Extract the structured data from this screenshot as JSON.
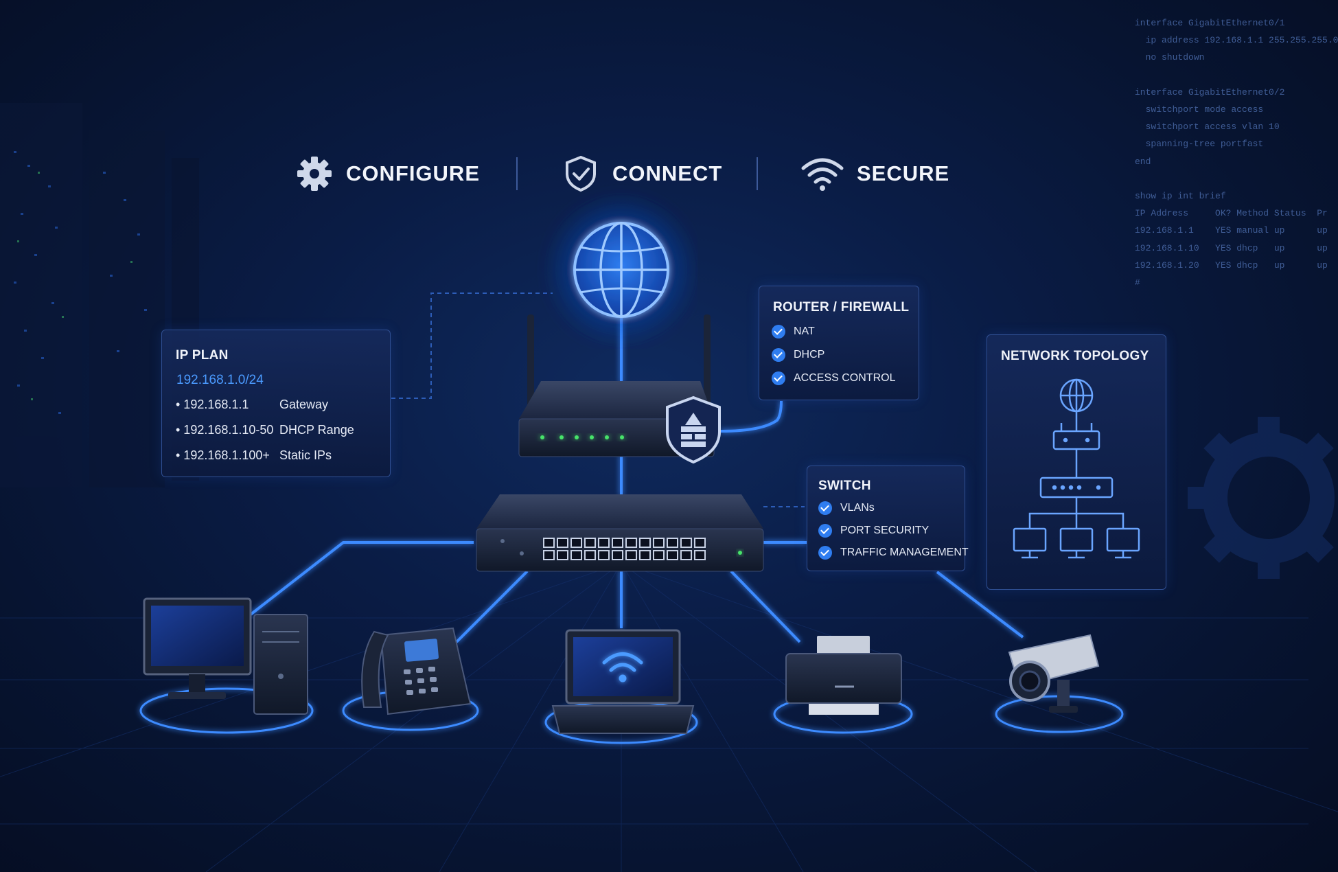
{
  "header": {
    "items": [
      {
        "label": "CONFIGURE",
        "icon": "gear-icon"
      },
      {
        "label": "CONNECT",
        "icon": "shield-check-icon"
      },
      {
        "label": "SECURE",
        "icon": "wifi-icon"
      }
    ]
  },
  "ip_plan": {
    "title": "IP PLAN",
    "subnet": "192.168.1.0/24",
    "rows": [
      {
        "ip": "• 192.168.1.1",
        "desc": "Gateway"
      },
      {
        "ip": "• 192.168.1.10-50",
        "desc": "DHCP Range"
      },
      {
        "ip": "• 192.168.1.100+",
        "desc": "Static IPs"
      }
    ]
  },
  "router_card": {
    "title": "ROUTER / FIREWALL",
    "items": [
      "NAT",
      "DHCP",
      "ACCESS CONTROL"
    ]
  },
  "switch_card": {
    "title": "SWITCH",
    "items": [
      "VLANs",
      "PORT SECURITY",
      "TRAFFIC MANAGEMENT"
    ]
  },
  "topology_card": {
    "title": "NETWORK TOPOLOGY"
  },
  "cli": {
    "lines": [
      "interface GigabitEthernet0/1",
      "  ip address 192.168.1.1 255.255.255.0",
      "  no shutdown",
      "",
      "interface GigabitEthernet0/2",
      "  switchport mode access",
      "  switchport access vlan 10",
      "  spanning-tree portfast",
      "end",
      "",
      "show ip int brief",
      "IP Address     OK? Method Status  Pr",
      "192.168.1.1    YES manual up      up",
      "192.168.1.10   YES dhcp   up      up",
      "192.168.1.20   YES dhcp   up      up",
      "#"
    ]
  },
  "colors": {
    "background": "#0a1c45",
    "accent": "#2f7df0",
    "link_glow": "#3d8bff",
    "card_border": "#2f4f92",
    "subnet_text": "#4b9bff",
    "status_led": "#46e36a"
  },
  "devices": [
    "globe-icon",
    "router-icon",
    "firewall-shield-icon",
    "switch-icon",
    "desktop-computer-icon",
    "ip-phone-icon",
    "laptop-icon",
    "printer-icon",
    "security-camera-icon"
  ]
}
